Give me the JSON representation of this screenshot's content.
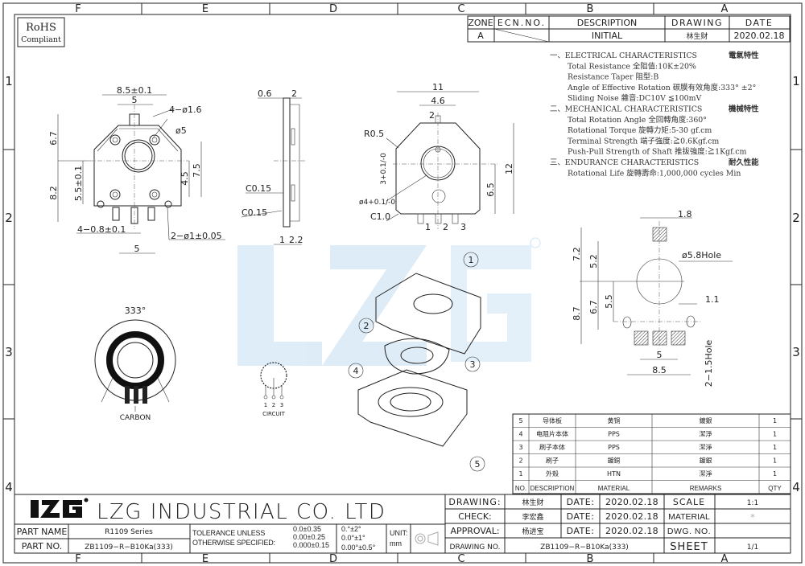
{
  "frame": {
    "zones_top": [
      "F",
      "E",
      "D",
      "C",
      "B",
      "A"
    ],
    "rows": [
      "1",
      "2",
      "3",
      "4"
    ]
  },
  "rohs": {
    "line1": "RoHS",
    "line2": "Compliant"
  },
  "revision": {
    "headers": [
      "ZONE",
      "ECN.NO.",
      "DESCRIPTION",
      "DRAWING",
      "DATE"
    ],
    "row": {
      "zone": "A",
      "ecn": "",
      "description": "INITIAL",
      "drawing": "林生财",
      "date": "2020.02.18"
    }
  },
  "specs": [
    {
      "text": "一、ELECTRICAL CHARACTERISTICS",
      "cn": "電氣特性",
      "heading": true
    },
    {
      "text": "Total Resistance 全阻值:10K±20%"
    },
    {
      "text": "Resistance Taper 阻型:B"
    },
    {
      "text": "Angle of Effective Rotation 碳膜有效角度:333° ±2°"
    },
    {
      "text": "Sliding Noise 雜音:DC10V ≦100mV"
    },
    {
      "text": "二、MECHANICAL CHARACTERISTICS",
      "cn": "機械特性",
      "heading": true
    },
    {
      "text": "Total Rotation Angle 全回轉角度:360°"
    },
    {
      "text": "Rotational Torque 旋轉力矩:5-30 gf.cm"
    },
    {
      "text": "Terminal Strength 端子強度:≧0.6Kgf.cm"
    },
    {
      "text": "Push-Pull Strength of Shaft 推拔強度:≧1Kgf.cm"
    },
    {
      "text": "三、ENDURANCE CHARACTERISTICS",
      "cn": "耐久性能",
      "heading": true
    },
    {
      "text": "Rotational Life 旋轉壽命:1,000,000 cycles Min"
    }
  ],
  "front_view": {
    "dims": [
      "8.5±0.1",
      "5",
      "4−ø1.6",
      "ø5",
      "6.7",
      "7.5",
      "4.5",
      "5.5±0.1",
      "8.2",
      "4−0.8±0.1",
      "2−ø1±0.05",
      "5"
    ]
  },
  "side_view": {
    "dims": [
      "0.6",
      "2",
      "C0.15",
      "C0.15",
      "1",
      "2.2"
    ]
  },
  "back_view": {
    "dims": [
      "11",
      "4.6",
      "2",
      "R0.5",
      "3+0.1/-0",
      "12",
      "6.5",
      "ø4+0.1/-0",
      "C1.0",
      "1",
      "2",
      "3"
    ]
  },
  "pcb_layout": {
    "dims": [
      "1.8",
      "7.2",
      "5.2",
      "ø5.8Hole",
      "5.5",
      "6.7",
      "8.7",
      "1.1",
      "5",
      "8.5",
      "2−1.5Hole"
    ]
  },
  "rotor": {
    "angle": "333°",
    "label": "CARBON"
  },
  "circuit": {
    "label": "CIRCUIT",
    "pins": [
      "1",
      "2",
      "3"
    ]
  },
  "exploded": {
    "callouts": [
      "1",
      "2",
      "3",
      "4",
      "5"
    ]
  },
  "bom": {
    "headers": [
      "NO.",
      "DESCRIPTION",
      "MATERIAL",
      "REMARKS",
      "QTY"
    ],
    "rows": [
      [
        "5",
        "导体板",
        "黄铜",
        "鍍銀",
        "1"
      ],
      [
        "4",
        "电阻片本体",
        "PPS",
        "潔淨",
        "1"
      ],
      [
        "3",
        "刷子本体",
        "PPS",
        "潔淨",
        "1"
      ],
      [
        "2",
        "刷子",
        "鍍銅",
        "鍍銀",
        "1"
      ],
      [
        "1",
        "外殼",
        "HTN",
        "潔淨",
        "1"
      ]
    ]
  },
  "title_block": {
    "logo": "LZG",
    "company": "LZG INDUSTRIAL CO. LTD",
    "part_name_label": "PART NAME",
    "part_name": "R1109 Series",
    "part_no_label": "PART NO.",
    "part_no": "ZB1109−R−B10Ka(333)",
    "tolerance_label1": "TOLERANCE UNLESS",
    "tolerance_label2": "OTHERWISE SPECIFIED:",
    "tolerances": [
      "0.0±0.35",
      "0.00±0.25",
      "0.000±0.15"
    ],
    "angle_tolerances": [
      "0.°±2°",
      "0.0°±1°",
      "0.00°±0.5°"
    ],
    "unit_label": "UNIT:",
    "unit": "mm",
    "drawing_label": "DRAWING:",
    "drawing_name": "林生财",
    "check_label": "CHECK:",
    "check_name": "李宏鑫",
    "approval_label": "APPROVAL:",
    "approval_name": "杨进宝",
    "date_label": "DATE:",
    "date": "2020.02.18",
    "scale_label": "SCALE",
    "scale": "1:1",
    "material_label": "MATERIAL",
    "material": "*",
    "dwg_no_label": "DWG. NO.",
    "dwg_no": "",
    "drawing_no_label": "DRAWING NO.",
    "drawing_no": "ZB1109−R−B10Ka(333)",
    "sheet_label": "SHEET",
    "sheet": "1/1"
  },
  "colors": {
    "watermark": "#cfe4f5",
    "line": "#222222"
  }
}
